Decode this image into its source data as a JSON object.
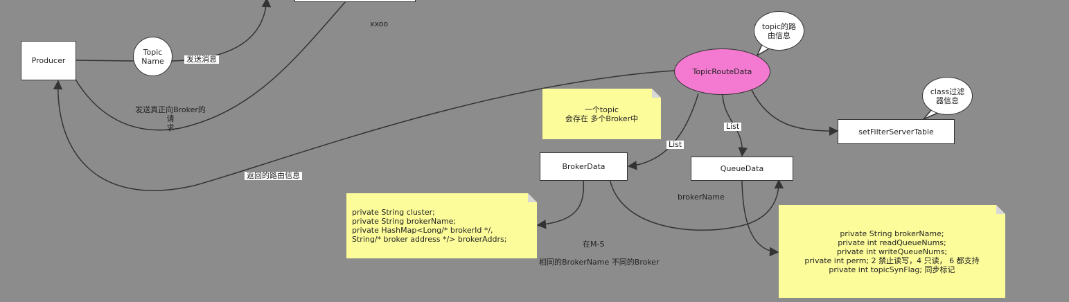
{
  "nodes": {
    "producer": "Producer",
    "topic_name": "Topic\nName",
    "topic_route_data": "TopicRouteData",
    "topic_route_bubble": "topic的路\n由信息",
    "broker_data": "BrokerData",
    "queue_data": "QueueData",
    "filter_table": "setFilterServerTable",
    "class_filter_bubble": "class过滤\n器信息"
  },
  "notes": {
    "topic_multi_broker": "一个topic\n会存在 多个Broker中",
    "broker_fields": "    private String cluster;\n    private String brokerName;\n    private HashMap<Long/* brokerId */,\nString/* broker address */> brokerAddrs;",
    "queue_fields": "private String brokerName;\nprivate int readQueueNums;\nprivate int writeQueueNums;\nprivate int perm;  2 禁止读写，4 只读， 6 都支持\nprivate int topicSynFlag;  同步标记"
  },
  "edge_labels": {
    "send_message": "发送消息",
    "return_route": "返回的路由信息",
    "list_broker": "List",
    "list_queue": "List"
  },
  "texts": {
    "xxoo": "xxoo",
    "send_real_request": "发送真正向Broker的请\n求",
    "broker_name": "brokerName",
    "m_s": "在M-S",
    "same_broker_name": "相同的BrokerName 不同的Broker"
  }
}
